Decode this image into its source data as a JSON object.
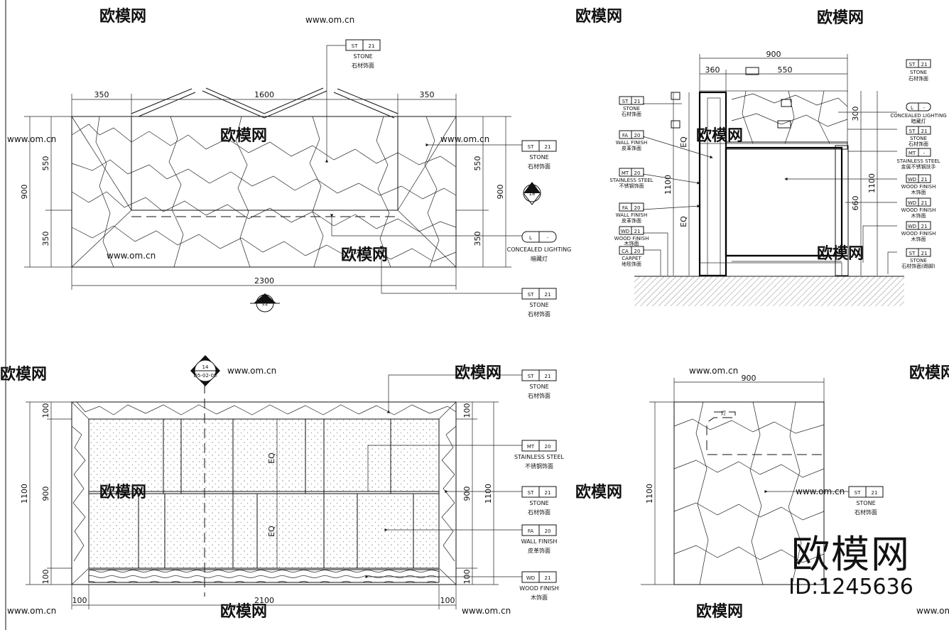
{
  "dims": {
    "d350": "350",
    "d1600": "1600",
    "d550": "550",
    "d900": "900",
    "d2300": "2300",
    "d100": "100",
    "d1100": "1100",
    "d2100": "2100",
    "d360": "360",
    "deq": "EQ"
  },
  "markers": {
    "sec18": "18",
    "sec12": "12",
    "sec14": "14",
    "sec14ref": "D5-02-05"
  },
  "tags": {
    "st": "ST",
    "st_no": "21",
    "mt": "MT",
    "mt_no": "20",
    "mt_dash": "-",
    "fa": "FA",
    "fa_no": "20",
    "wd": "WD",
    "wd_no": "21",
    "ca": "CA",
    "ca_no": "20",
    "l": "L",
    "l_dash": "-"
  },
  "labels": {
    "stone": "STONE",
    "stone_cn": "石材饰面",
    "concealed": "CONCEALED LIGHTING",
    "concealed_cn": "暗藏灯",
    "steel": "STAINLESS STEEL",
    "steel_cn": "不锈钢饰面",
    "wall": "WALL FINISH",
    "wall_cn": "皮革饰面",
    "wood": "WOOD FINISH",
    "wood_cn": "木饰面",
    "carpet": "CARPET",
    "carpet_cn": "地毯饰面",
    "steel_cn2": "金属不锈钢扶手",
    "stone_cn_base": "石材饰面(踢脚)"
  },
  "watermark": {
    "brand": "欧模网",
    "url": "www.om.cn",
    "id": "ID:1245636"
  }
}
